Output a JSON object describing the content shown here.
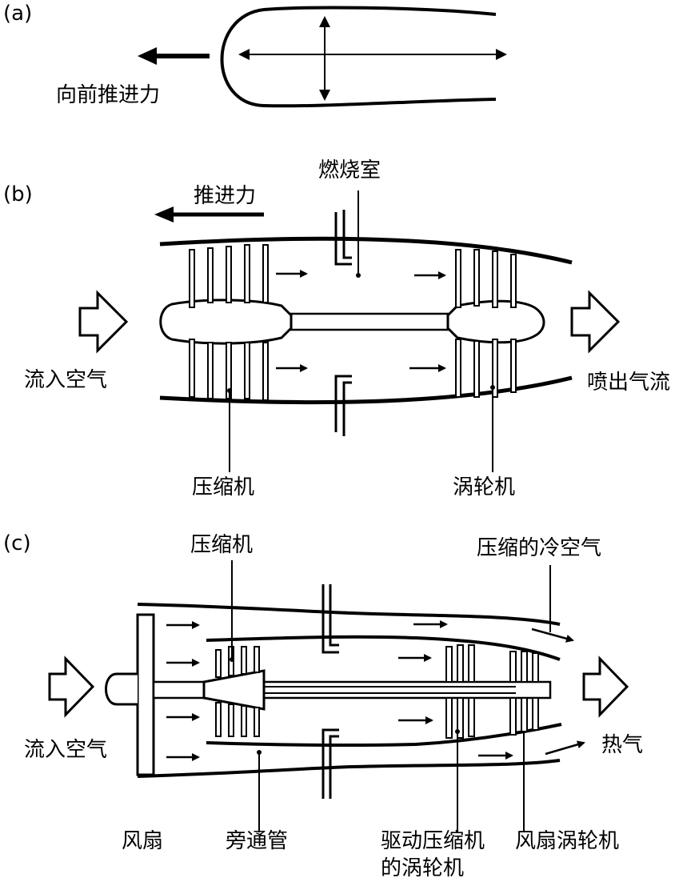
{
  "panels": {
    "a": {
      "tag": "(a)",
      "thrust_label": "向前推进力"
    },
    "b": {
      "tag": "(b)",
      "thrust_label": "推进力",
      "combustion_label": "燃烧室",
      "inlet_label": "流入空气",
      "outlet_label": "喷出气流",
      "compressor_label": "压缩机",
      "turbine_label": "涡轮机"
    },
    "c": {
      "tag": "(c)",
      "compressor_label": "压缩机",
      "cold_air_label": "压缩的冷空气",
      "inlet_label": "流入空气",
      "hot_air_label": "热气",
      "fan_label": "风扇",
      "bypass_label": "旁通管",
      "drive_turbine_label": "驱动压缩机的涡轮机",
      "fan_turbine_label": "风扇涡轮机"
    }
  },
  "colors": {
    "ink": "#000000",
    "paper": "#ffffff"
  }
}
